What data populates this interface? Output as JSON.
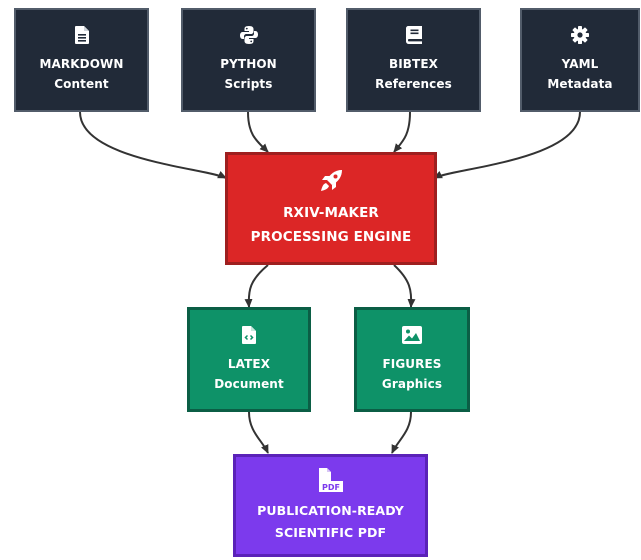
{
  "sources": [
    {
      "icon": "file-text-icon",
      "line1": "MARKDOWN",
      "line2": "Content"
    },
    {
      "icon": "python-icon",
      "line1": "PYTHON",
      "line2": "Scripts"
    },
    {
      "icon": "book-icon",
      "line1": "BIBTEX",
      "line2": "References"
    },
    {
      "icon": "gear-icon",
      "line1": "YAML",
      "line2": "Metadata"
    }
  ],
  "engine": {
    "icon": "rocket-icon",
    "line1": "RXIV-MAKER",
    "line2": "PROCESSING ENGINE"
  },
  "outputs": [
    {
      "icon": "code-file-icon",
      "line1": "LATEX",
      "line2": "Document"
    },
    {
      "icon": "image-icon",
      "line1": "FIGURES",
      "line2": "Graphics"
    }
  ],
  "final": {
    "icon": "pdf-file-icon",
    "line1": "PUBLICATION-READY",
    "line2": "SCIENTIFIC PDF",
    "icon_text": "PDF"
  },
  "colors": {
    "source_fill": "#212a38",
    "engine_fill": "#dc2626",
    "output_fill": "#0e9268",
    "final_fill": "#7c3aed",
    "edge": "#333333"
  }
}
